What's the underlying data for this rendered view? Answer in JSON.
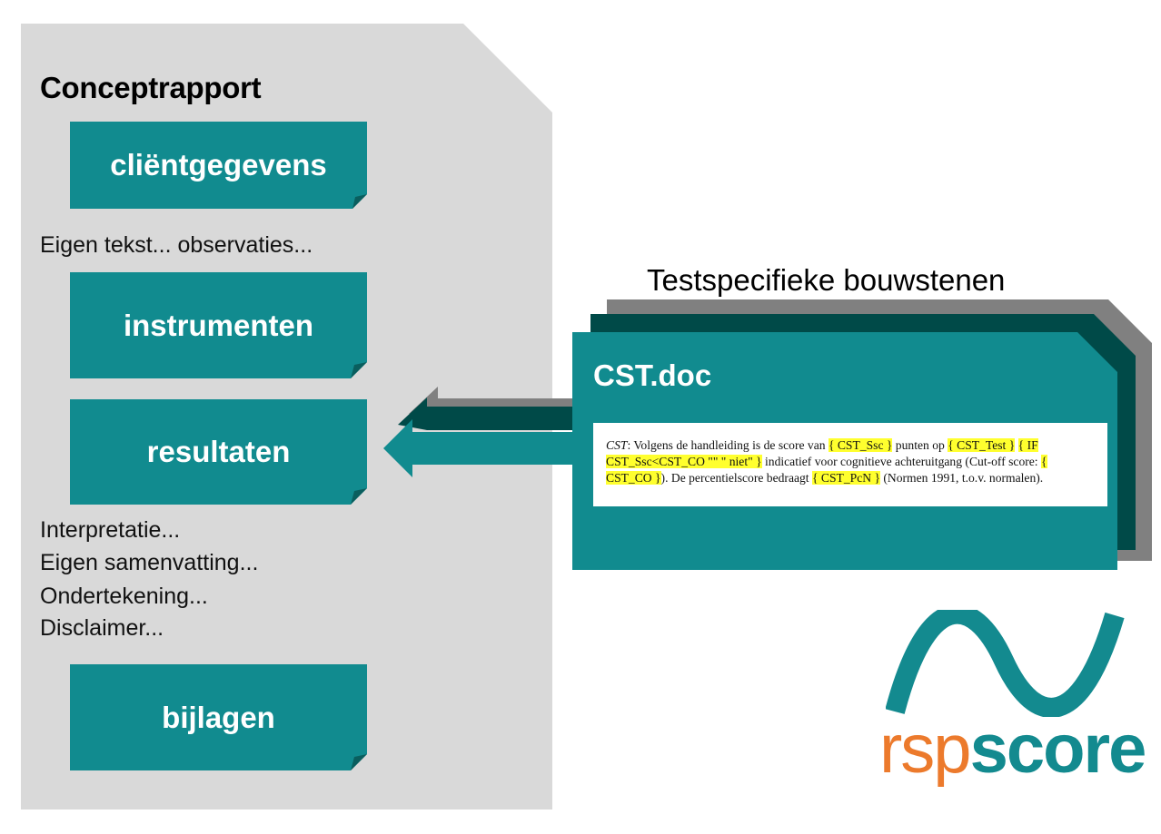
{
  "report": {
    "title": "Conceptrapport",
    "blocks": {
      "clientgegevens": "cliëntgegevens",
      "instrumenten": "instrumenten",
      "resultaten": "resultaten",
      "bijlagen": "bijlagen"
    },
    "own_text": "Eigen tekst... observaties...",
    "after_results": [
      "Interpretatie...",
      "Eigen samenvatting...",
      "Ondertekening...",
      "Disclaimer..."
    ]
  },
  "building_blocks": {
    "heading": "Testspecifieke bouwstenen",
    "doc_title": "CST.doc",
    "snippet": {
      "lead": "CST",
      "t1": ": Volgens de handleiding is de score van ",
      "f1": "{ CST_Ssc }",
      "t2": " punten op ",
      "f2": "{ CST_Test }",
      "f3": "{ IF CST_Ssc<CST_CO \"\" \" niet\" }",
      "t3": " indicatief voor cognitieve achteruitgang (Cut-off score: ",
      "f4": "{ CST_CO }",
      "t4": "). De percentielscore bedraagt ",
      "f5": "{ CST_PcN }",
      "t5": " (Normen 1991, t.o.v. normalen)."
    }
  },
  "logo": {
    "part1": "rsp",
    "part2": "score"
  },
  "colors": {
    "teal": "#118b8f",
    "dark_teal": "#004a48",
    "gray": "#808080",
    "page_gray": "#d9d9d9",
    "highlight": "#ffff2e",
    "logo_orange": "#ec7a2c",
    "logo_teal": "#138a8f"
  }
}
